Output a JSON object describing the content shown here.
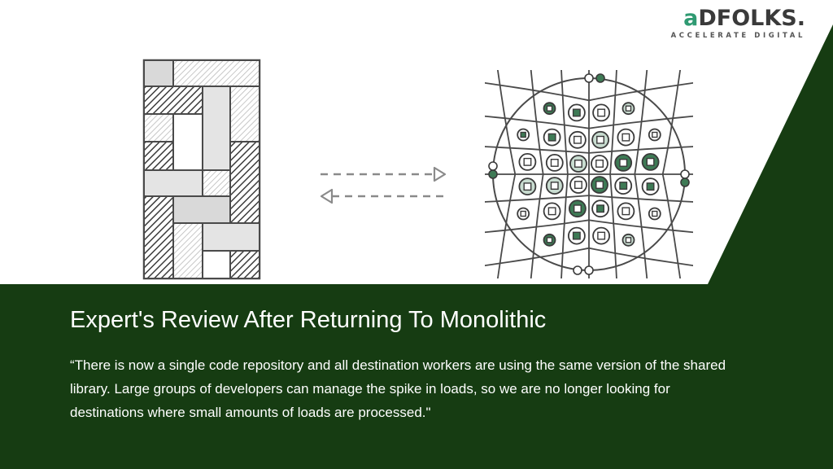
{
  "logo": {
    "brand_accent": "a",
    "brand_rest": "DFOLKS.",
    "tagline": "ACCELERATE DIGITAL"
  },
  "colors": {
    "dark_green": "#163c12",
    "accent_green": "#2f9a72",
    "node_green": "#3e7a55",
    "node_light": "#c8dcd0"
  },
  "content": {
    "heading": "Expert's Review After Returning To Monolithic",
    "quote": "“There is now a single code repository and all destination workers are using the same version of the shared library. Large groups of developers can manage the spike in loads, so we are no longer looking for destinations where small amounts of loads are processed.\""
  },
  "illustration": {
    "left_icon": "monolith-block-icon",
    "arrows_icon": "bidirectional-dashed-arrows-icon",
    "right_icon": "microservices-network-icon"
  }
}
